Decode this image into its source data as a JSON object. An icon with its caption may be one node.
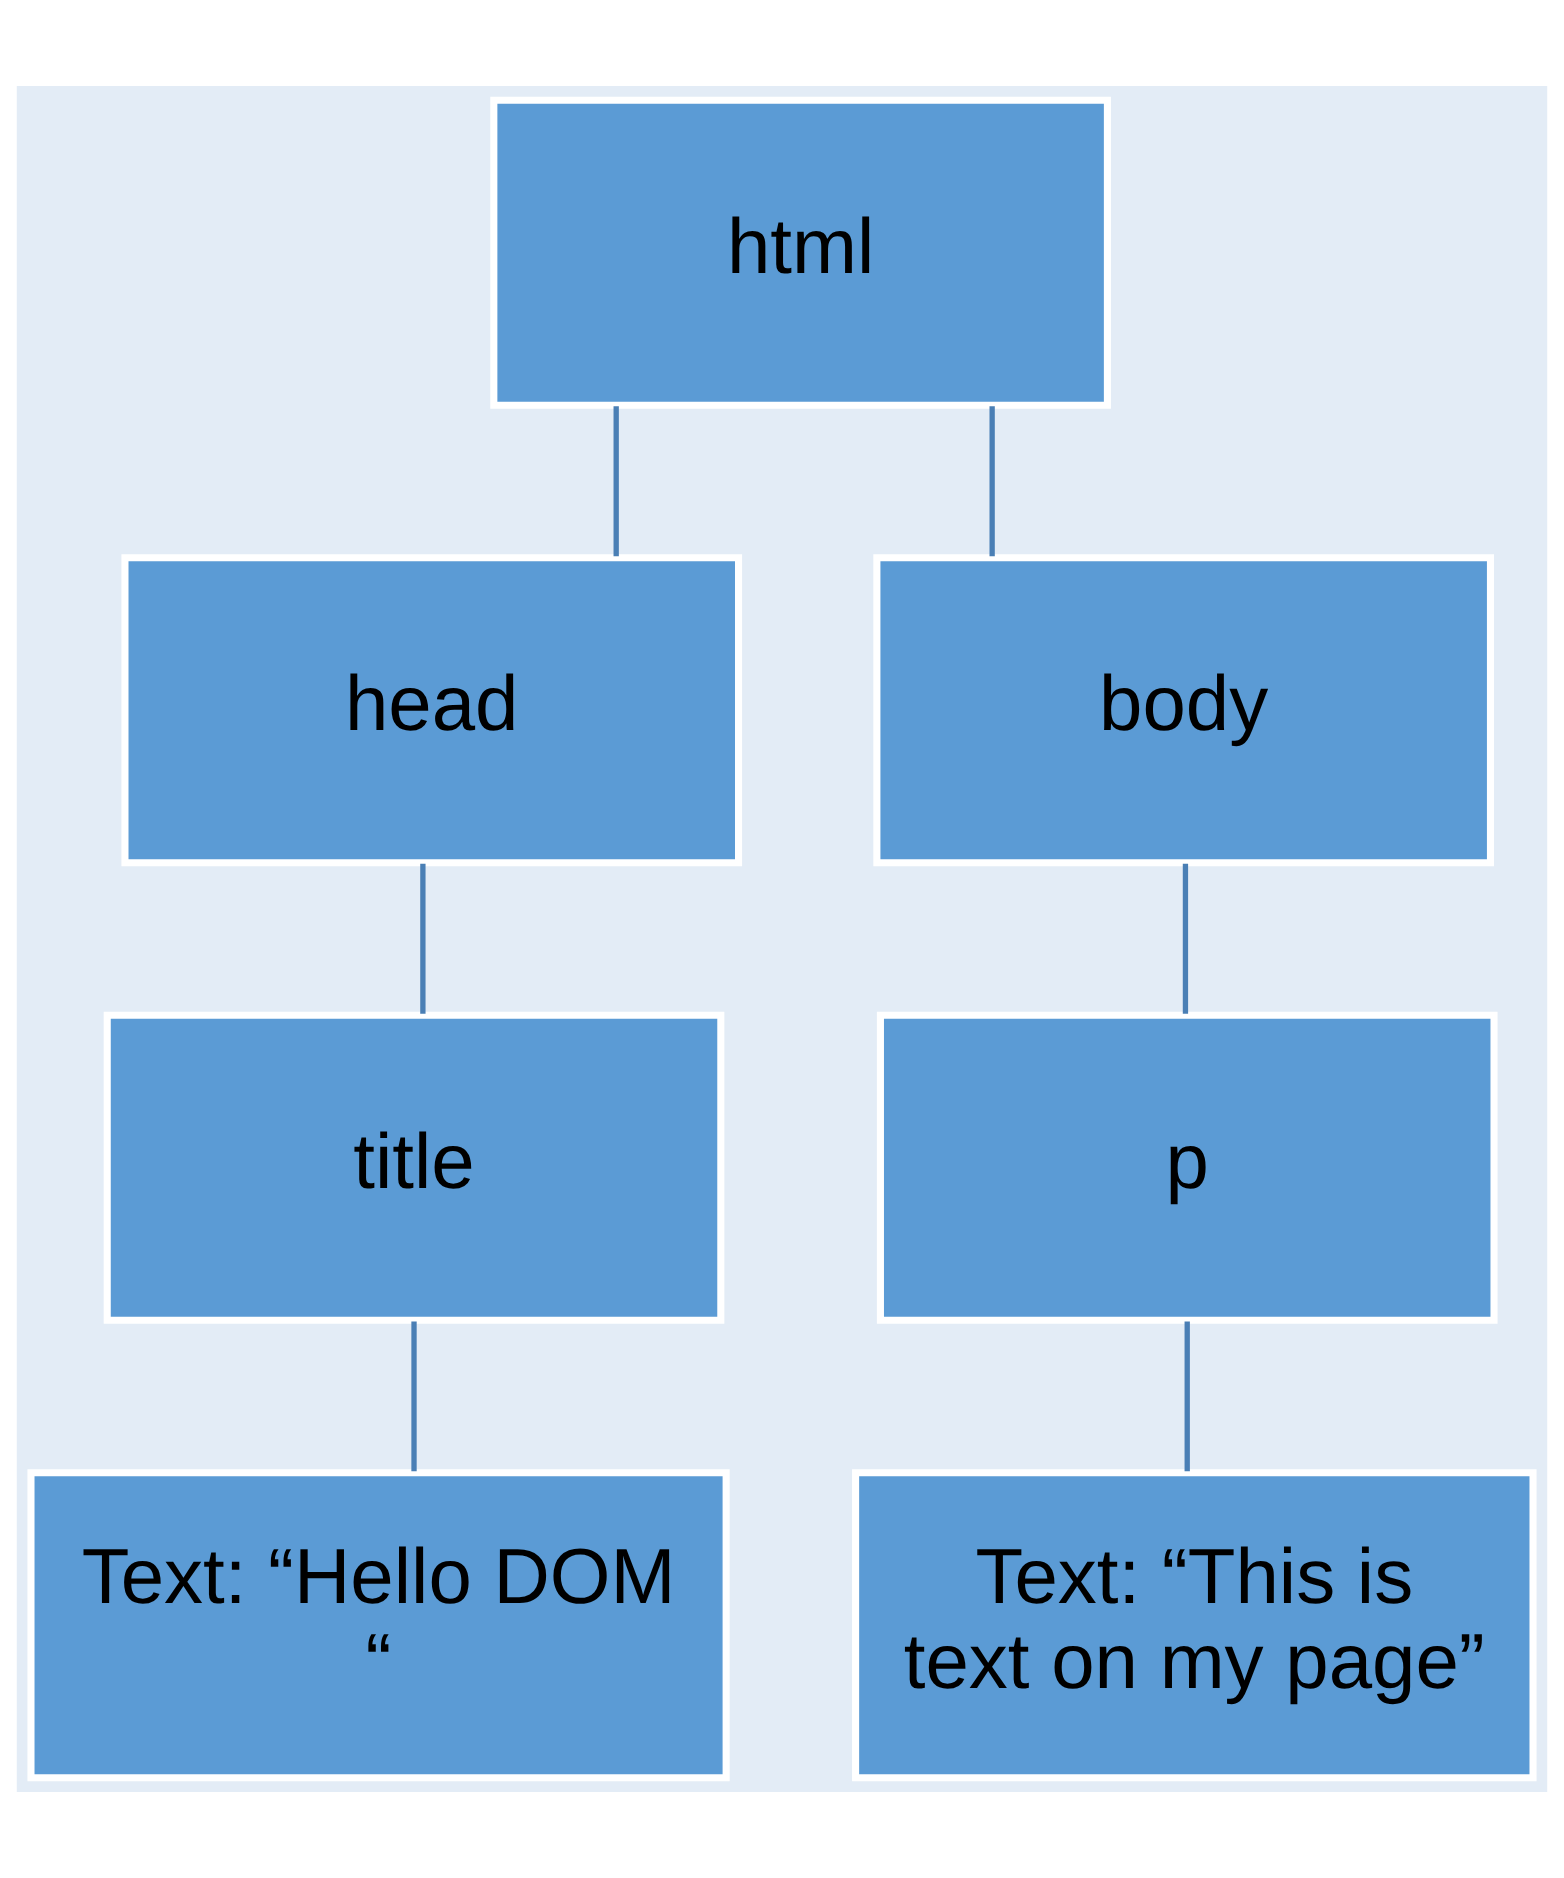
{
  "diagram": {
    "nodes": [
      {
        "text": [
          "html"
        ]
      },
      {
        "text": [
          "head"
        ]
      },
      {
        "text": [
          "body"
        ]
      },
      {
        "text": [
          "title"
        ]
      },
      {
        "text": [
          "p"
        ]
      },
      {
        "text": [
          "Text: “Hello DOM “"
        ]
      },
      {
        "text": [
          "Text: “This is text on my page”"
        ]
      }
    ],
    "edges": [
      {
        "from": 0,
        "to": 1,
        "arrow": "none"
      },
      {
        "from": 0,
        "to": 2,
        "arrow": "none"
      },
      {
        "from": 1,
        "to": 3,
        "arrow": "none"
      },
      {
        "from": 2,
        "to": 4,
        "arrow": "none"
      },
      {
        "from": 3,
        "to": 5,
        "arrow": "none"
      },
      {
        "from": 4,
        "to": 6,
        "arrow": "none"
      }
    ]
  }
}
